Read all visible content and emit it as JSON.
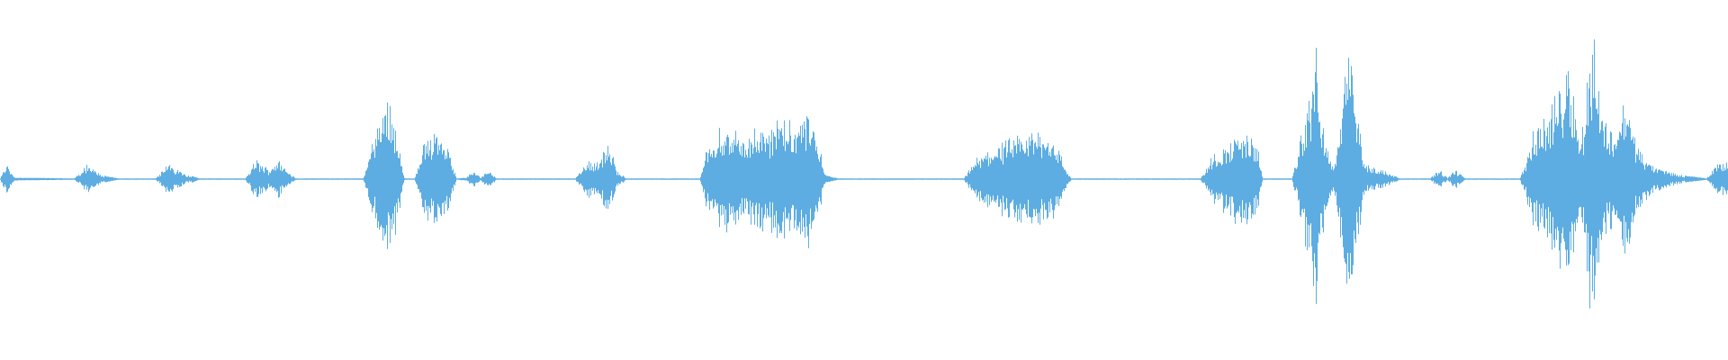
{
  "waveform": {
    "color": "#5dade2",
    "background": "#ffffff",
    "amplitude_envelope": [
      [
        0.0,
        0.004
      ],
      [
        0.004,
        0.1
      ],
      [
        0.008,
        0.008
      ],
      [
        0.043,
        0.004
      ],
      [
        0.05,
        0.08
      ],
      [
        0.06,
        0.02
      ],
      [
        0.068,
        0.004
      ],
      [
        0.09,
        0.004
      ],
      [
        0.097,
        0.09
      ],
      [
        0.108,
        0.03
      ],
      [
        0.115,
        0.004
      ],
      [
        0.142,
        0.004
      ],
      [
        0.148,
        0.12
      ],
      [
        0.155,
        0.06
      ],
      [
        0.161,
        0.12
      ],
      [
        0.166,
        0.05
      ],
      [
        0.171,
        0.004
      ],
      [
        0.21,
        0.004
      ],
      [
        0.216,
        0.25
      ],
      [
        0.224,
        0.5
      ],
      [
        0.23,
        0.3
      ],
      [
        0.234,
        0.004
      ],
      [
        0.24,
        0.004
      ],
      [
        0.245,
        0.2
      ],
      [
        0.252,
        0.33
      ],
      [
        0.258,
        0.25
      ],
      [
        0.264,
        0.004
      ],
      [
        0.27,
        0.008
      ],
      [
        0.274,
        0.06
      ],
      [
        0.278,
        0.004
      ],
      [
        0.283,
        0.06
      ],
      [
        0.287,
        0.004
      ],
      [
        0.333,
        0.004
      ],
      [
        0.336,
        0.06
      ],
      [
        0.341,
        0.12
      ],
      [
        0.346,
        0.1
      ],
      [
        0.352,
        0.22
      ],
      [
        0.357,
        0.06
      ],
      [
        0.362,
        0.004
      ],
      [
        0.405,
        0.004
      ],
      [
        0.41,
        0.22
      ],
      [
        0.42,
        0.32
      ],
      [
        0.43,
        0.26
      ],
      [
        0.44,
        0.3
      ],
      [
        0.45,
        0.34
      ],
      [
        0.455,
        0.36
      ],
      [
        0.46,
        0.3
      ],
      [
        0.468,
        0.4
      ],
      [
        0.473,
        0.28
      ],
      [
        0.478,
        0.02
      ],
      [
        0.485,
        0.004
      ],
      [
        0.558,
        0.004
      ],
      [
        0.563,
        0.1
      ],
      [
        0.575,
        0.2
      ],
      [
        0.588,
        0.24
      ],
      [
        0.6,
        0.3
      ],
      [
        0.61,
        0.26
      ],
      [
        0.617,
        0.06
      ],
      [
        0.62,
        0.004
      ],
      [
        0.695,
        0.004
      ],
      [
        0.702,
        0.14
      ],
      [
        0.712,
        0.22
      ],
      [
        0.72,
        0.3
      ],
      [
        0.728,
        0.2
      ],
      [
        0.731,
        0.004
      ],
      [
        0.748,
        0.004
      ],
      [
        0.756,
        0.4
      ],
      [
        0.762,
        0.75
      ],
      [
        0.766,
        0.3
      ],
      [
        0.772,
        0.05
      ],
      [
        0.776,
        0.4
      ],
      [
        0.781,
        0.8
      ],
      [
        0.785,
        0.5
      ],
      [
        0.79,
        0.08
      ],
      [
        0.8,
        0.06
      ],
      [
        0.81,
        0.004
      ],
      [
        0.828,
        0.004
      ],
      [
        0.833,
        0.06
      ],
      [
        0.838,
        0.004
      ],
      [
        0.842,
        0.06
      ],
      [
        0.848,
        0.004
      ],
      [
        0.88,
        0.004
      ],
      [
        0.888,
        0.28
      ],
      [
        0.9,
        0.46
      ],
      [
        0.908,
        0.75
      ],
      [
        0.915,
        0.2
      ],
      [
        0.922,
        0.95
      ],
      [
        0.928,
        0.35
      ],
      [
        0.935,
        0.3
      ],
      [
        0.941,
        0.5
      ],
      [
        0.948,
        0.2
      ],
      [
        0.955,
        0.09
      ],
      [
        0.965,
        0.05
      ],
      [
        0.975,
        0.02
      ],
      [
        0.988,
        0.004
      ],
      [
        0.993,
        0.08
      ],
      [
        1.0,
        0.1
      ]
    ]
  }
}
